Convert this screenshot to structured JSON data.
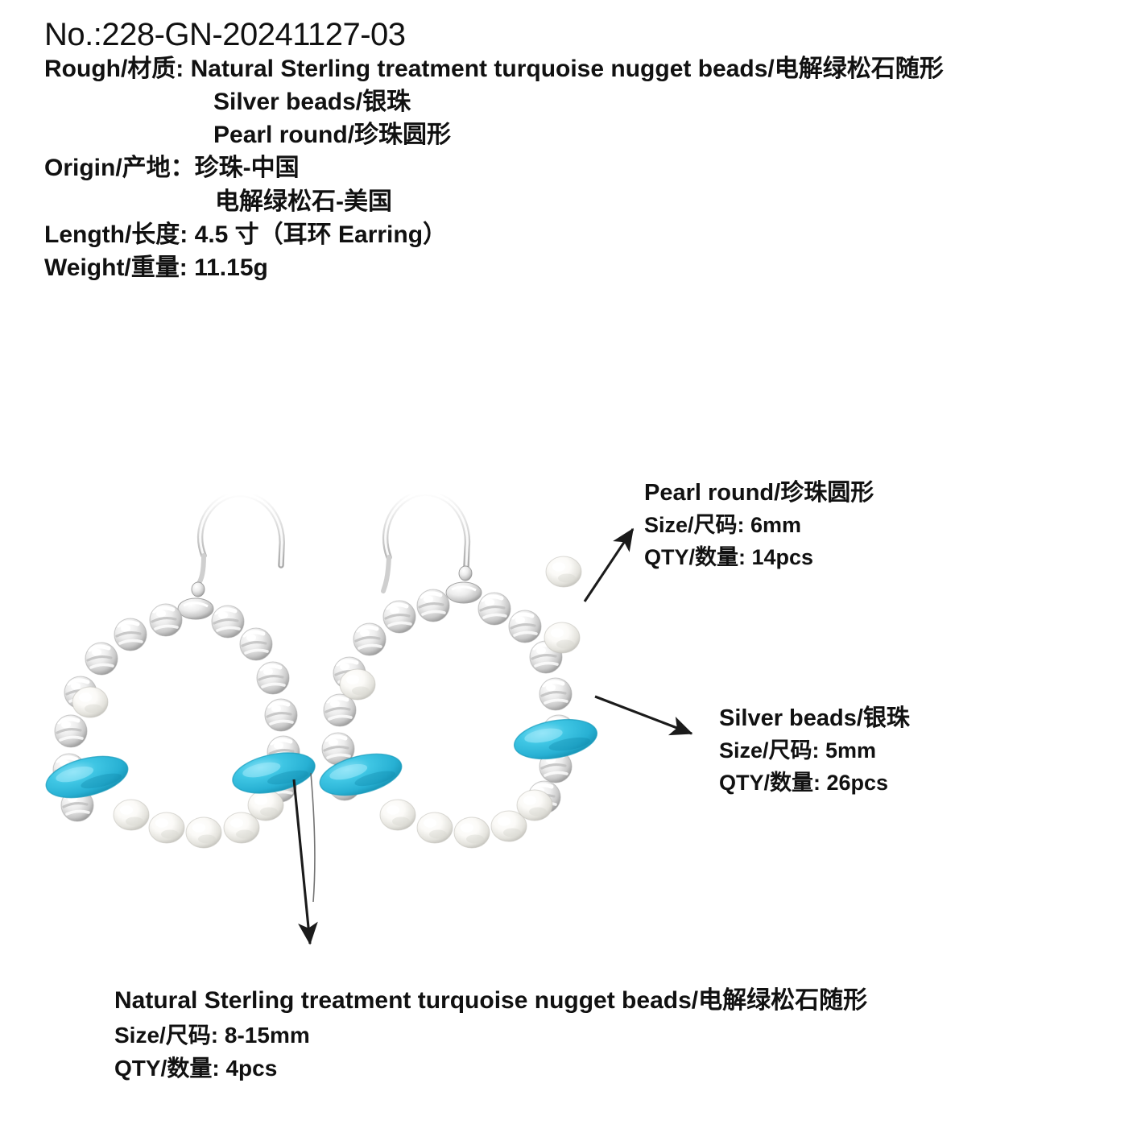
{
  "document": {
    "number_label": "No.:228-GN-20241127-03",
    "spec_lines": [
      {
        "text": "Rough/材质: Natural Sterling treatment turquoise nugget beads/电解绿松石随形",
        "indent": false
      },
      {
        "text": "Silver beads/银珠",
        "indent": true
      },
      {
        "text": "Pearl round/珍珠圆形",
        "indent": true
      },
      {
        "text": "Origin/产地：珍珠-中国",
        "indent": false
      },
      {
        "text": "电解绿松石-美国",
        "indent": true
      },
      {
        "text": "Length/长度: 4.5 寸（耳环 Earring）",
        "indent": false
      },
      {
        "text": "Weight/重量: 11.15g",
        "indent": false
      }
    ],
    "rough_label": "Rough/材质:",
    "rough_value": "Natural Sterling treatment turquoise nugget beads/电解绿松石随形",
    "rough_sub_1": "Silver beads/银珠",
    "rough_sub_2": "Pearl round/珍珠圆形",
    "origin_label": "Origin/产地：",
    "origin_value_1": "珍珠-中国",
    "origin_value_2": "电解绿松石-美国",
    "length_line": "Length/长度: 4.5 寸（耳环 Earring）",
    "weight_line": "Weight/重量: 11.15g"
  },
  "annotations": {
    "pearl": {
      "title": "Pearl round/珍珠圆形",
      "size": "Size/尺码: 6mm",
      "qty": "QTY/数量: 14pcs"
    },
    "silver": {
      "title": "Silver beads/银珠",
      "size": "Size/尺码: 5mm",
      "qty": "QTY/数量: 26pcs"
    },
    "turquoise": {
      "title": "Natural Sterling treatment turquoise nugget beads/电解绿松石随形",
      "size": "Size/尺码: 8-15mm",
      "qty": "QTY/数量: 4pcs"
    }
  },
  "colors": {
    "turquoise": "#31bcdc",
    "turquoise_dark": "#1f9cbd",
    "turquoise_light": "#6fd8ef",
    "silver": "#e4e4e4",
    "silver_shadow": "#a9a9a9",
    "pearl": "#f6f5f2",
    "pearl_shadow": "#c8c8c4",
    "arrow": "#1b1b1b",
    "background": "#ffffff",
    "text": "#111111"
  },
  "product": {
    "item_type": "earring-pair",
    "earring_count": 2,
    "components": [
      {
        "name": "Pearl round",
        "size": "6mm",
        "qty": "14pcs"
      },
      {
        "name": "Silver beads",
        "size": "5mm",
        "qty": "26pcs"
      },
      {
        "name": "Natural Sterling treatment turquoise nugget beads",
        "size": "8-15mm",
        "qty": "4pcs"
      }
    ]
  }
}
